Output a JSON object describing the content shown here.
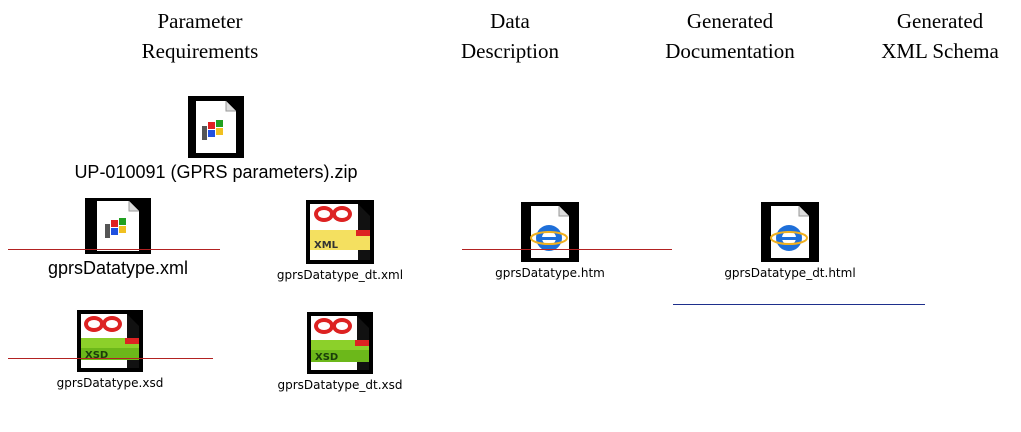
{
  "headers": [
    {
      "line1": "Parameter",
      "line2": "Requirements"
    },
    {
      "line1": "Data",
      "line2": "Description"
    },
    {
      "line1": "Generated",
      "line2": "Documentation"
    },
    {
      "line1": "Generated",
      "line2": "XML Schema"
    }
  ],
  "files": {
    "zip": "UP-010091 (GPRS parameters).zip",
    "xml": "gprsDatatype.xml",
    "dt_xml": "gprsDatatype_dt.xml",
    "htm": "gprsDatatype.htm",
    "dt_html": "gprsDatatype_dt.html",
    "xsd": "gprsDatatype.xsd",
    "dt_xsd": "gprsDatatype_dt.xsd"
  },
  "icons": {
    "zip": "windows-package-icon",
    "xml": "windows-package-icon",
    "dt_xml": "xml-spy-xml-icon",
    "htm": "internet-explorer-document-icon",
    "dt_html": "internet-explorer-document-icon",
    "xsd": "xml-spy-xsd-icon",
    "dt_xsd": "xml-spy-xsd-icon"
  },
  "icon_labels": {
    "xml_badge": "XML",
    "xsd_badge": "XSD"
  },
  "colors": {
    "strike_line": "#b22222",
    "underline": "#1e2f8c"
  }
}
